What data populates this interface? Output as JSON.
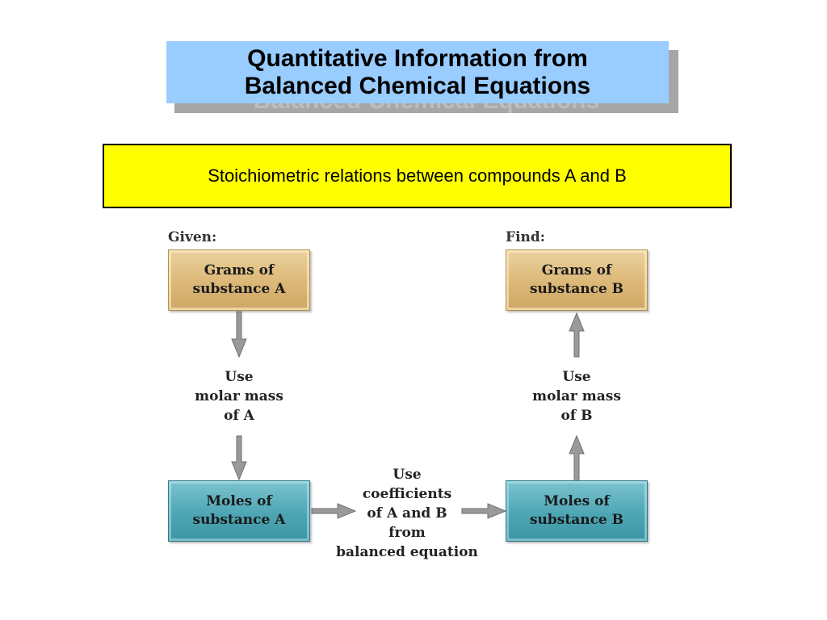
{
  "slide": {
    "title_line1": "Quantitative Information from",
    "title_line2": "Balanced Chemical Equations",
    "subtitle": "Stoichiometric relations between compounds A and B"
  },
  "diagram": {
    "given_label": "Given:",
    "find_label": "Find:",
    "grams_a": {
      "line1": "Grams of",
      "line2": "substance A"
    },
    "grams_b": {
      "line1": "Grams of",
      "line2": "substance B"
    },
    "moles_a": {
      "line1": "Moles of",
      "line2": "substance A"
    },
    "moles_b": {
      "line1": "Moles of",
      "line2": "substance B"
    },
    "step_molar_a": [
      "Use",
      "molar mass",
      "of A"
    ],
    "step_molar_b": [
      "Use",
      "molar mass",
      "of B"
    ],
    "step_coeff": [
      "Use",
      "coefficients",
      "of A and B",
      "from",
      "balanced equation"
    ]
  },
  "colors": {
    "title_bg": "#99ccff",
    "subtitle_bg": "#ffff00",
    "grams_box": "#dcb777",
    "moles_box": "#4ea6b5",
    "arrow": "#9a9a9a"
  }
}
